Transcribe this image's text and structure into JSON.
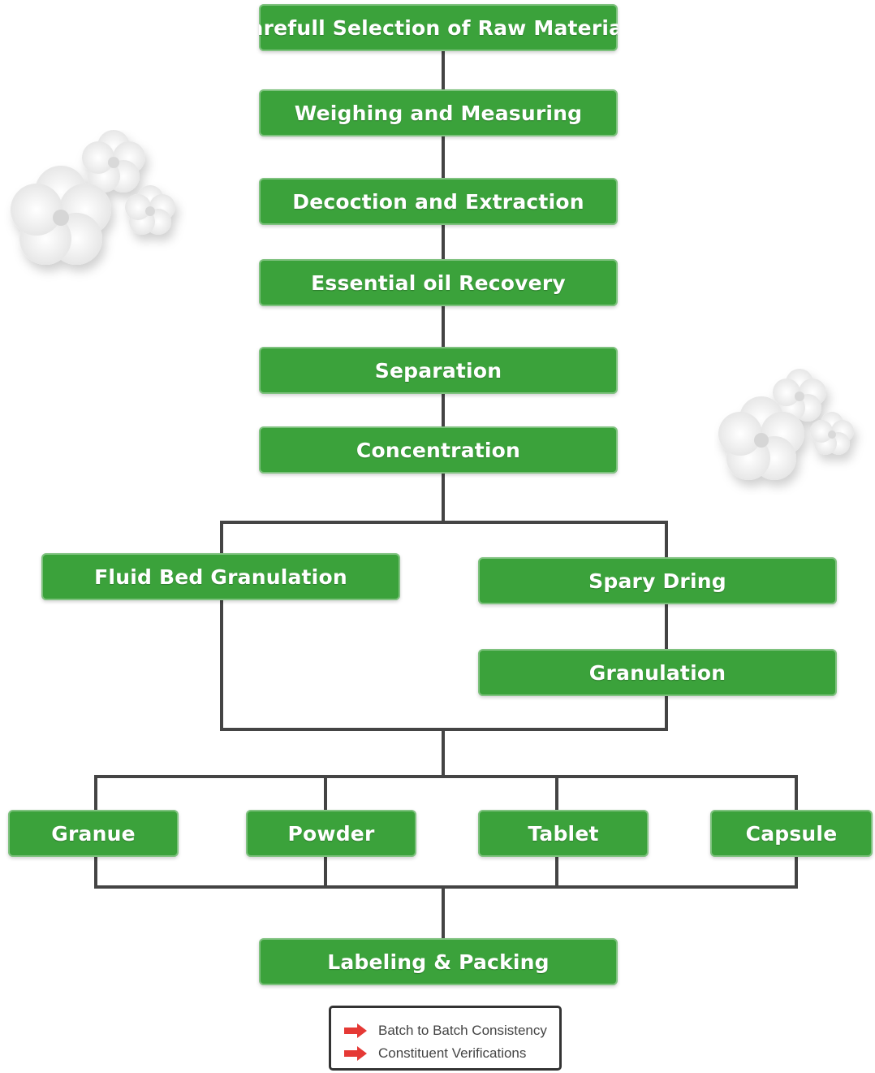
{
  "colors": {
    "box_fill": "#3ba23b",
    "connector": "#444444",
    "text": "#ffffff",
    "arrow": "#e53935",
    "flower_petal": "#ffffff"
  },
  "steps": {
    "raw_materials": "Carefull Selection of Raw Materials",
    "weighing": "Weighing and Measuring",
    "decoction": "Decoction and Extraction",
    "essential_oil": "Essential oil Recovery",
    "separation": "Separation",
    "concentration": "Concentration",
    "fluid_bed": "Fluid Bed Granulation",
    "spray_drying": "Spary Dring",
    "granulation": "Granulation",
    "granue": "Granue",
    "powder": "Powder",
    "tablet": "Tablet",
    "capsule": "Capsule",
    "labeling": "Labeling & Packing"
  },
  "legend": {
    "items": [
      {
        "label": "Batch to Batch Consistency",
        "icon": "red-arrow-icon"
      },
      {
        "label": "Constituent Verifications",
        "icon": "red-arrow-icon"
      }
    ]
  },
  "decorations": [
    "white-flower-cluster",
    "white-flower-cluster"
  ]
}
